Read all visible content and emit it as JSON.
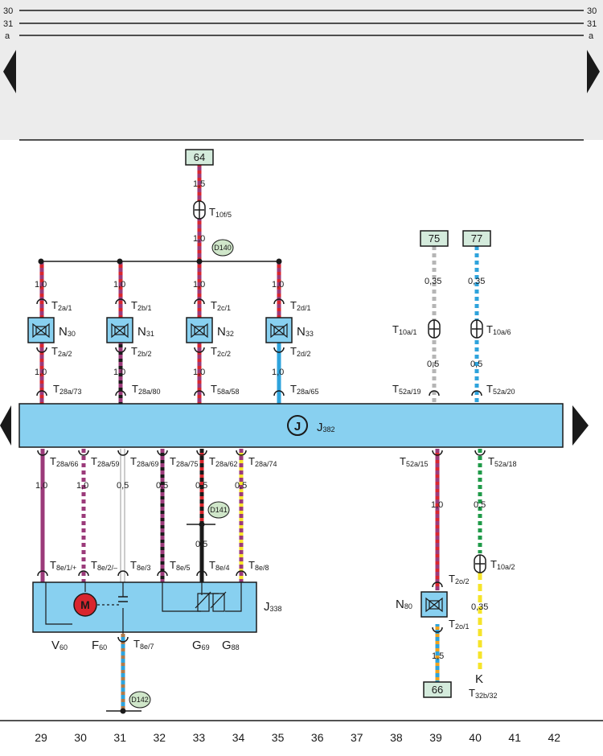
{
  "rails": [
    "30",
    "31",
    "a"
  ],
  "columns": [
    "29",
    "30",
    "31",
    "32",
    "33",
    "34",
    "35",
    "36",
    "37",
    "38",
    "39",
    "40",
    "41",
    "42"
  ],
  "control_unit": {
    "letter": "J",
    "sub": "382"
  },
  "terminals": {
    "t64": "64",
    "t75": "75",
    "t77": "77",
    "t66": "66"
  },
  "ground_points": {
    "d140": "D140",
    "d141": "D141",
    "d142": "D142"
  },
  "wire_sizes": {
    "w15a": "1,5",
    "w10a": "1,0",
    "w10b": "1,0",
    "w10c": "1,0",
    "w10d": "1,0",
    "w10e": "1,0",
    "w10f": "1,0",
    "w10g": "1,0",
    "w10h": "1,0",
    "w10i": "1,0",
    "w035a": "0,35",
    "w035b": "0,35",
    "w05a": "0,5",
    "w05b": "0,5",
    "w10j": "1,0",
    "w10k": "1,0",
    "w05c": "0,5",
    "w05d": "0,5",
    "w05e": "0,5",
    "w05f": "0,5",
    "w05g": "0,5",
    "w10l": "1,0",
    "w05h": "0,5",
    "w035c": "0,35",
    "w15b": "1,5"
  },
  "connectors": {
    "c10f5": {
      "main": "T",
      "sub": "10f/5"
    },
    "c2a1": {
      "main": "T",
      "sub": "2a/1"
    },
    "c2b1": {
      "main": "T",
      "sub": "2b/1"
    },
    "c2c1": {
      "main": "T",
      "sub": "2c/1"
    },
    "c2d1": {
      "main": "T",
      "sub": "2d/1"
    },
    "c2a2": {
      "main": "T",
      "sub": "2a/2"
    },
    "c2b2": {
      "main": "T",
      "sub": "2b/2"
    },
    "c2c2": {
      "main": "T",
      "sub": "2c/2"
    },
    "c2d2": {
      "main": "T",
      "sub": "2d/2"
    },
    "c28a73": {
      "main": "T",
      "sub": "28a/73"
    },
    "c28a80": {
      "main": "T",
      "sub": "28a/80"
    },
    "c58a58": {
      "main": "T",
      "sub": "58a/58"
    },
    "c28a65": {
      "main": "T",
      "sub": "28a/65"
    },
    "c10a1": {
      "main": "T",
      "sub": "10a/1"
    },
    "c10a6": {
      "main": "T",
      "sub": "10a/6"
    },
    "c52a19": {
      "main": "T",
      "sub": "52a/19"
    },
    "c52a20": {
      "main": "T",
      "sub": "52a/20"
    },
    "c28a66": {
      "main": "T",
      "sub": "28a/66"
    },
    "c28a59": {
      "main": "T",
      "sub": "28a/59"
    },
    "c28a69": {
      "main": "T",
      "sub": "28a/69"
    },
    "c28a75": {
      "main": "T",
      "sub": "28a/75"
    },
    "c28a62": {
      "main": "T",
      "sub": "28a/62"
    },
    "c28a74": {
      "main": "T",
      "sub": "28a/74"
    },
    "c52a15": {
      "main": "T",
      "sub": "52a/15"
    },
    "c52a18": {
      "main": "T",
      "sub": "52a/18"
    },
    "c8e1": {
      "main": "T",
      "sub": "8e/1/+"
    },
    "c8e2": {
      "main": "T",
      "sub": "8e/2/–"
    },
    "c8e3": {
      "main": "T",
      "sub": "8e/3"
    },
    "c8e5": {
      "main": "T",
      "sub": "8e/5"
    },
    "c8e4": {
      "main": "T",
      "sub": "8e/4"
    },
    "c8e8": {
      "main": "T",
      "sub": "8e/8"
    },
    "c8e7": {
      "main": "T",
      "sub": "8e/7"
    },
    "c10a2": {
      "main": "T",
      "sub": "10a/2"
    },
    "c2o2": {
      "main": "T",
      "sub": "2o/2"
    },
    "c2o1": {
      "main": "T",
      "sub": "2o/1"
    },
    "c32b32": {
      "main": "T",
      "sub": "32b/32"
    }
  },
  "components": {
    "n30": {
      "main": "N",
      "sub": "30"
    },
    "n31": {
      "main": "N",
      "sub": "31"
    },
    "n32": {
      "main": "N",
      "sub": "32"
    },
    "n33": {
      "main": "N",
      "sub": "33"
    },
    "n80": {
      "main": "N",
      "sub": "80"
    },
    "j338": {
      "main": "J",
      "sub": "338"
    },
    "v60": {
      "main": "V",
      "sub": "60"
    },
    "f60": {
      "main": "F",
      "sub": "60"
    },
    "g69": {
      "main": "G",
      "sub": "69"
    },
    "g88": {
      "main": "G",
      "sub": "88"
    },
    "k": {
      "main": "K"
    },
    "motor": "M"
  },
  "colors": {
    "violet": "#9b3a7a",
    "red": "#d8262e",
    "blue": "#2ea3dc",
    "green": "#1f9a48",
    "yellow": "#f6e42a",
    "grey": "#b5b5b5",
    "black": "#1a1a1a",
    "brown": "#b07a4a",
    "orange": "#f0a21e",
    "box_fill": "#88d0f0",
    "term_fill": "#d4ebdc",
    "ground_fill": "#cfe6c9",
    "panel_fill": "#ececec"
  }
}
